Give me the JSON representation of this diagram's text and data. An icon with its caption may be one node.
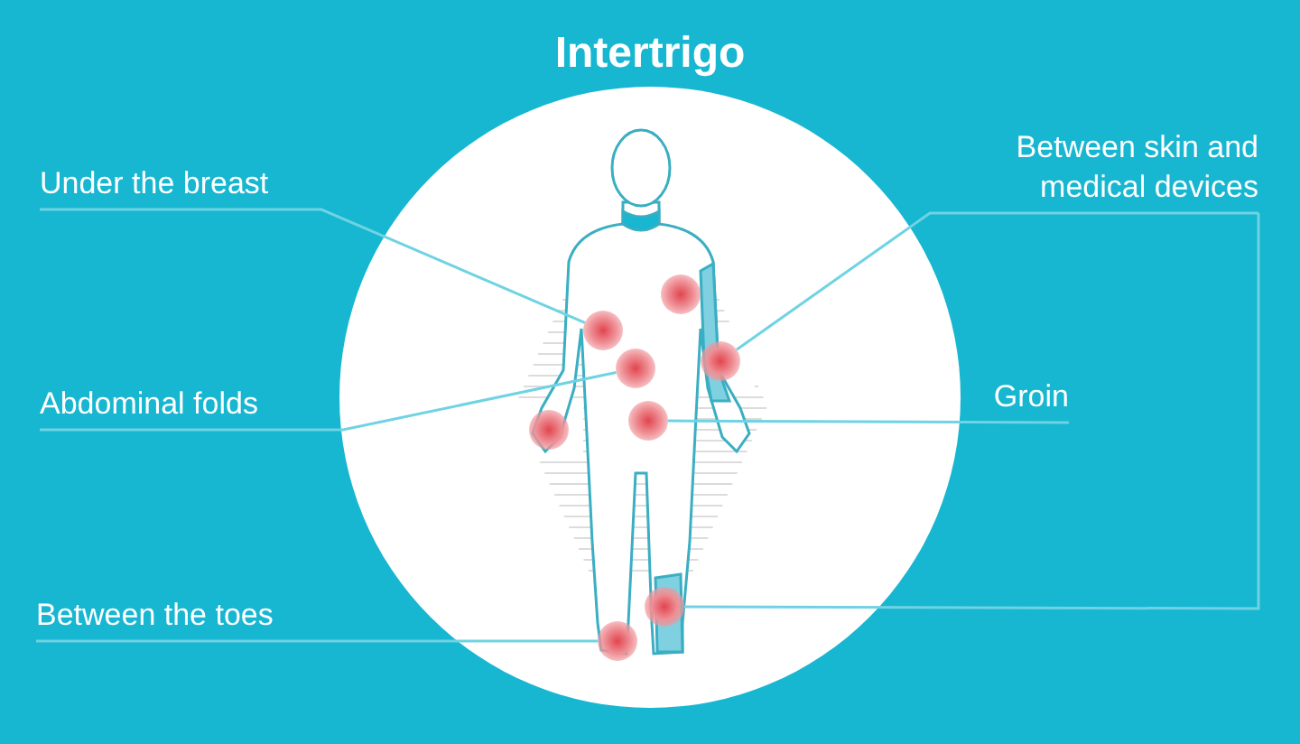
{
  "diagram": {
    "title": "Intertrigo",
    "nodes": [
      {
        "text": [
          "Under the breast"
        ]
      },
      {
        "text": [
          "Between skin and medical devices"
        ]
      },
      {
        "text": [
          "Abdominal folds"
        ]
      },
      {
        "text": [
          "Groin"
        ]
      },
      {
        "text": [
          "Between the toes"
        ]
      },
      {
        "text": [],
        "shape": "circle"
      },
      {
        "text": [],
        "shape": "circle"
      },
      {
        "text": [],
        "shape": "circle"
      },
      {
        "text": [],
        "shape": "circle"
      },
      {
        "text": [],
        "shape": "circle"
      },
      {
        "text": [],
        "shape": "circle"
      },
      {
        "text": [],
        "shape": "circle"
      },
      {
        "text": [],
        "shape": "circle"
      }
    ],
    "edges": [
      {
        "from": 0,
        "to": 6,
        "arrow": "none"
      },
      {
        "from": 1,
        "to": 7,
        "arrow": "none"
      },
      {
        "from": 2,
        "to": 8,
        "arrow": "none"
      },
      {
        "from": 3,
        "to": 9,
        "arrow": "none"
      },
      {
        "from": 1,
        "to": 11,
        "arrow": "none"
      },
      {
        "from": 4,
        "to": 12,
        "arrow": "none"
      }
    ]
  }
}
